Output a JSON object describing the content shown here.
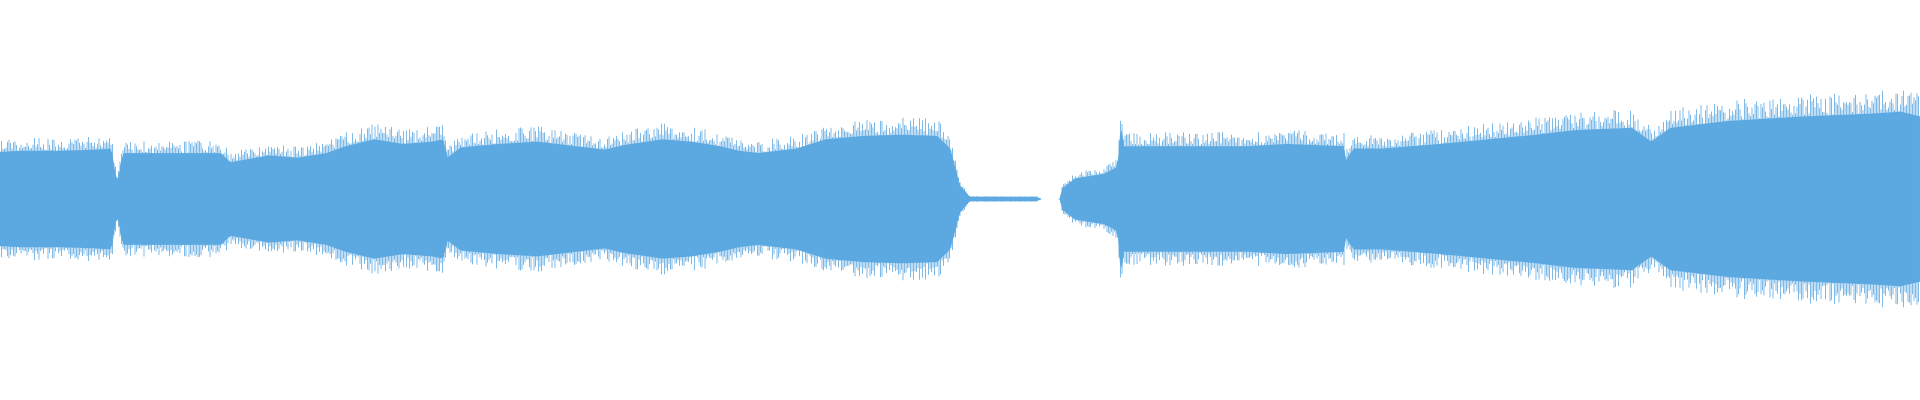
{
  "waveform": {
    "color": "#5DA9E1",
    "background": "#FFFFFF",
    "amplitude_envelope": [
      [
        0.0,
        0.41
      ],
      [
        0.01,
        0.42
      ],
      [
        0.03,
        0.42
      ],
      [
        0.05,
        0.43
      ],
      [
        0.058,
        0.44
      ],
      [
        0.061,
        0.14
      ],
      [
        0.064,
        0.4
      ],
      [
        0.09,
        0.4
      ],
      [
        0.115,
        0.4
      ],
      [
        0.12,
        0.32
      ],
      [
        0.14,
        0.38
      ],
      [
        0.155,
        0.36
      ],
      [
        0.17,
        0.4
      ],
      [
        0.18,
        0.46
      ],
      [
        0.195,
        0.52
      ],
      [
        0.21,
        0.48
      ],
      [
        0.225,
        0.5
      ],
      [
        0.231,
        0.52
      ],
      [
        0.233,
        0.36
      ],
      [
        0.24,
        0.45
      ],
      [
        0.26,
        0.48
      ],
      [
        0.28,
        0.5
      ],
      [
        0.3,
        0.46
      ],
      [
        0.315,
        0.43
      ],
      [
        0.325,
        0.47
      ],
      [
        0.345,
        0.52
      ],
      [
        0.36,
        0.5
      ],
      [
        0.375,
        0.46
      ],
      [
        0.385,
        0.42
      ],
      [
        0.395,
        0.4
      ],
      [
        0.415,
        0.44
      ],
      [
        0.43,
        0.52
      ],
      [
        0.45,
        0.55
      ],
      [
        0.47,
        0.56
      ],
      [
        0.488,
        0.55
      ],
      [
        0.495,
        0.44
      ],
      [
        0.5,
        0.12
      ],
      [
        0.505,
        0.02
      ],
      [
        0.54,
        0.02
      ],
      [
        0.542,
        0.0
      ],
      [
        0.552,
        0.0
      ],
      [
        0.553,
        0.09
      ],
      [
        0.56,
        0.18
      ],
      [
        0.575,
        0.22
      ],
      [
        0.582,
        0.28
      ],
      [
        0.584,
        0.7
      ],
      [
        0.585,
        0.46
      ],
      [
        0.6,
        0.46
      ],
      [
        0.625,
        0.46
      ],
      [
        0.65,
        0.46
      ],
      [
        0.67,
        0.48
      ],
      [
        0.7,
        0.46
      ],
      [
        0.701,
        0.34
      ],
      [
        0.705,
        0.44
      ],
      [
        0.72,
        0.44
      ],
      [
        0.75,
        0.48
      ],
      [
        0.775,
        0.52
      ],
      [
        0.8,
        0.56
      ],
      [
        0.82,
        0.6
      ],
      [
        0.85,
        0.62
      ],
      [
        0.86,
        0.5
      ],
      [
        0.87,
        0.62
      ],
      [
        0.9,
        0.68
      ],
      [
        0.94,
        0.72
      ],
      [
        0.97,
        0.74
      ],
      [
        0.99,
        0.76
      ],
      [
        1.0,
        0.72
      ]
    ]
  }
}
